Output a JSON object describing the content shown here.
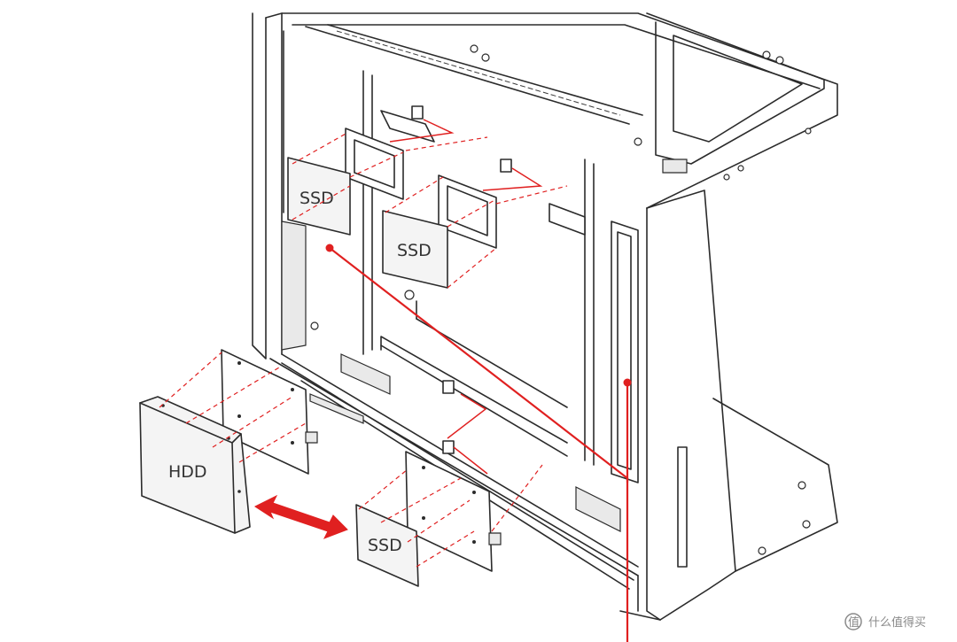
{
  "diagram": {
    "drive_labels": {
      "ssd_upper_left": "SSD",
      "ssd_upper_center": "SSD",
      "hdd": "HDD",
      "ssd_lower": "SSD"
    },
    "watermark": {
      "icon": "value-icon",
      "text": "什么值得买"
    },
    "colors": {
      "accent": "#e02020",
      "line": "#2b2b2b",
      "fill": "#f4f4f4"
    }
  }
}
